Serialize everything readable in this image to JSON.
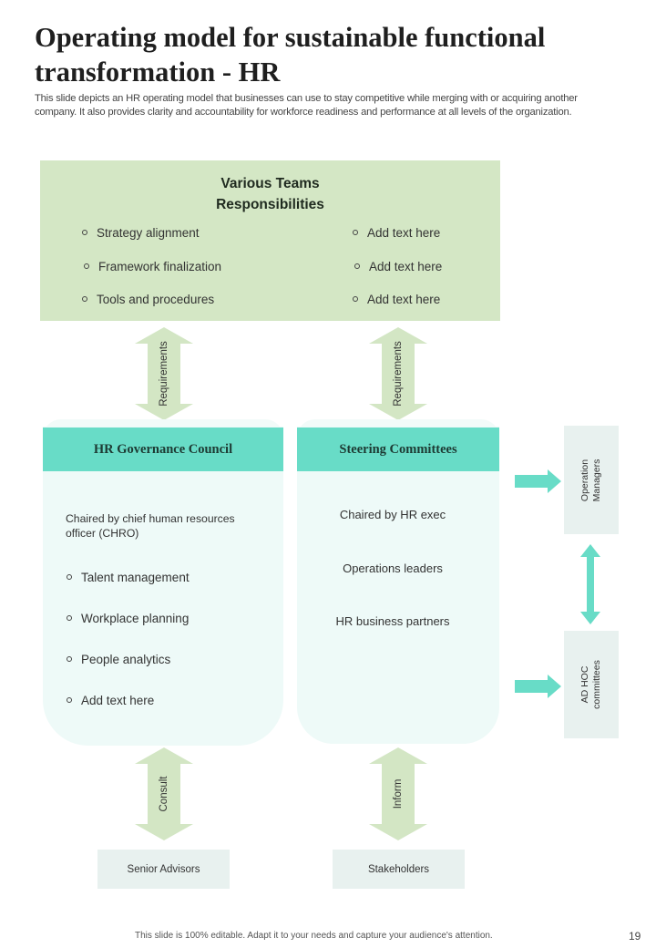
{
  "title": "Operating model for sustainable functional transformation - HR",
  "subtitle": "This slide depicts an HR operating model that businesses can use to stay competitive while merging with or acquiring another company. It also provides clarity and accountability for workforce readiness and performance at all levels of the organization.",
  "teams": {
    "title_line1": "Various Teams",
    "title_line2": "Responsibilities",
    "left_items": [
      "Strategy alignment",
      "Framework finalization",
      "Tools and procedures"
    ],
    "right_items": [
      "Add text here",
      "Add text here",
      "Add text here"
    ]
  },
  "arrows": {
    "requirements_left": "Requirements",
    "requirements_right": "Requirements",
    "consult": "Consult",
    "inform": "Inform"
  },
  "governance": {
    "header": "HR Governance Council",
    "chaired_line1": "Chaired  by chief human  resources",
    "chaired_line2": "officer  (CHRO)",
    "items": [
      "Talent management",
      "Workplace planning",
      "People analytics",
      "Add text here"
    ]
  },
  "steering": {
    "header": "Steering Committees",
    "items": [
      "Chaired by HR exec",
      "Operations leaders",
      "HR business partners"
    ]
  },
  "side": {
    "operation_line1": "Operation",
    "operation_line2": "Managers",
    "adhoc_line1": "AD HOC",
    "adhoc_line2": "committees"
  },
  "bottom": {
    "senior_advisors": "Senior Advisors",
    "stakeholders": "Stakeholders"
  },
  "colors": {
    "teams_bg": "#d4e7c5",
    "header_teal": "#68dcc7",
    "panel_bg": "#eefaf8",
    "arrow_green": "#d3e6c4",
    "arrow_teal": "#68dcc7",
    "side_box": "#e8f1ef"
  },
  "footer": "This slide is 100% editable.  Adapt it to your needs and capture your audience's attention.",
  "page_number": "19"
}
